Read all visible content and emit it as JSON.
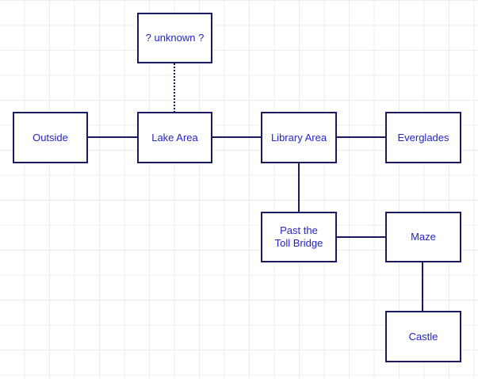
{
  "colors": {
    "node_text": "#2424c8",
    "node_border": "#1a1a5e",
    "connector": "#1a1a5e",
    "grid": "#ececec",
    "background": "#ffffff"
  },
  "nodes": {
    "unknown": "? unknown ?",
    "outside": "Outside",
    "lake_area": "Lake Area",
    "library_area": "Library Area",
    "everglades": "Everglades",
    "past_toll_bridge": "Past the\nToll Bridge",
    "maze": "Maze",
    "castle": "Castle"
  }
}
